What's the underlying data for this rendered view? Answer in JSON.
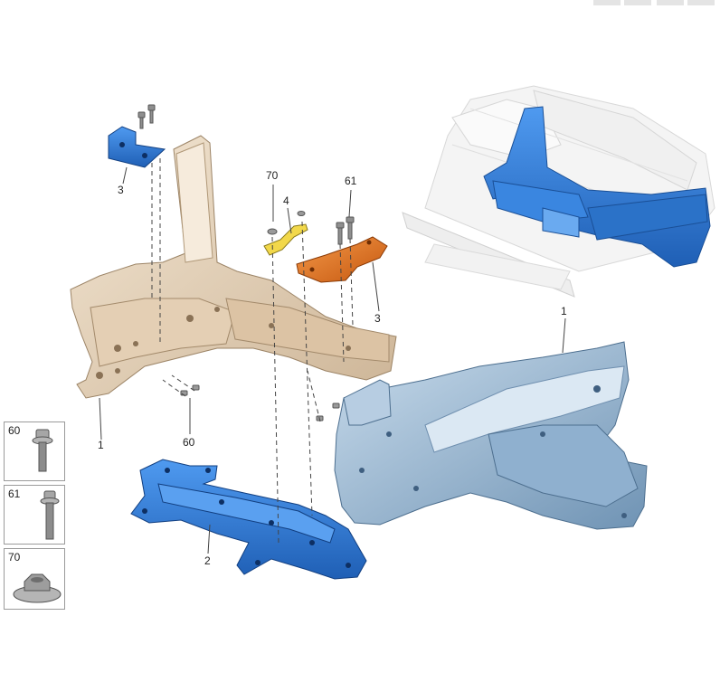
{
  "callouts": {
    "bracket_left": "3",
    "bracket_right": "3",
    "nut": "70",
    "strip": "4",
    "bolts_top": "61",
    "rail_left": "1",
    "rail_right": "1",
    "crossmember": "2",
    "bolts_bottom": "60"
  },
  "legend": [
    {
      "number": "60",
      "icon": "flange-bolt-short-icon"
    },
    {
      "number": "61",
      "icon": "flange-bolt-long-icon"
    },
    {
      "number": "70",
      "icon": "flange-nut-icon"
    }
  ],
  "colors": {
    "beige_part": "#e8d6bf",
    "blue_part": "#2f7fd8",
    "orange_part": "#e8741a",
    "yellow_part": "#f2d84a",
    "steel_blue_part": "#a8c3dd"
  }
}
